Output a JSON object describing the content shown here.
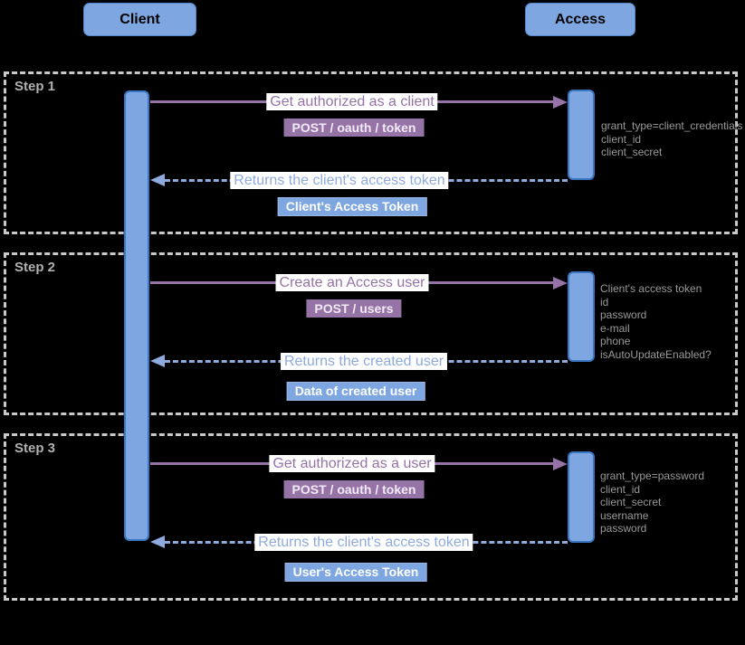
{
  "actors": [
    {
      "label": "Client"
    },
    {
      "label": "Access"
    }
  ],
  "steps": [
    {
      "label": "Step 1",
      "request": {
        "message": "Get authorized as a client",
        "endpoint": "POST / oauth / token",
        "params": [
          "grant_type=client_credentials",
          "client_id",
          "client_secret"
        ]
      },
      "response": {
        "message": "Returns the client's access token",
        "badge": "Client's Access Token"
      }
    },
    {
      "label": "Step 2",
      "request": {
        "message": "Create an Access user",
        "endpoint": "POST / users",
        "params": [
          "Client's access token",
          "id",
          "password",
          "e-mail",
          "phone",
          "isAutoUpdateEnabled?"
        ]
      },
      "response": {
        "message": "Returns the created user",
        "badge": "Data of created user"
      }
    },
    {
      "label": "Step 3",
      "request": {
        "message": "Get authorized as a user",
        "endpoint": "POST / oauth / token",
        "params": [
          "grant_type=password",
          "client_id",
          "client_secret",
          "username",
          "password"
        ]
      },
      "response": {
        "message": "Returns the client's access token",
        "badge": "User's Access Token"
      }
    }
  ],
  "colors": {
    "background": "#000000",
    "actor_fill": "#7EA6E0",
    "actor_border": "#3A77C2",
    "request_accent": "#9673A6",
    "response_accent": "#8FAADC",
    "badge_fill": "#7EA6E0",
    "param_text": "#999999",
    "step_label": "#B0B0B0",
    "frame_border": "#C9C9C9"
  }
}
